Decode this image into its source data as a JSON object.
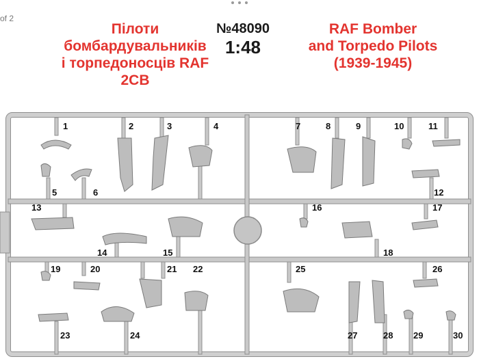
{
  "viewer": {
    "page_indicator": "of 2"
  },
  "header": {
    "title_ua": [
      "Пілоти",
      "бомбардувальників",
      "і торпедоносців RAF 2СВ"
    ],
    "catalog_number": "№48090",
    "scale": "1:48",
    "title_en": [
      "RAF Bomber",
      "and Torpedo Pilots",
      "(1939-1945)"
    ]
  },
  "colors": {
    "title_red": "#e3342f",
    "sprue_grey": "#c9c9c9"
  },
  "parts": {
    "labels": [
      "1",
      "2",
      "3",
      "4",
      "5",
      "6",
      "7",
      "8",
      "9",
      "10",
      "11",
      "12",
      "13",
      "14",
      "15",
      "16",
      "17",
      "18",
      "19",
      "20",
      "21",
      "22",
      "23",
      "24",
      "25",
      "26",
      "27",
      "28",
      "29",
      "30"
    ]
  }
}
